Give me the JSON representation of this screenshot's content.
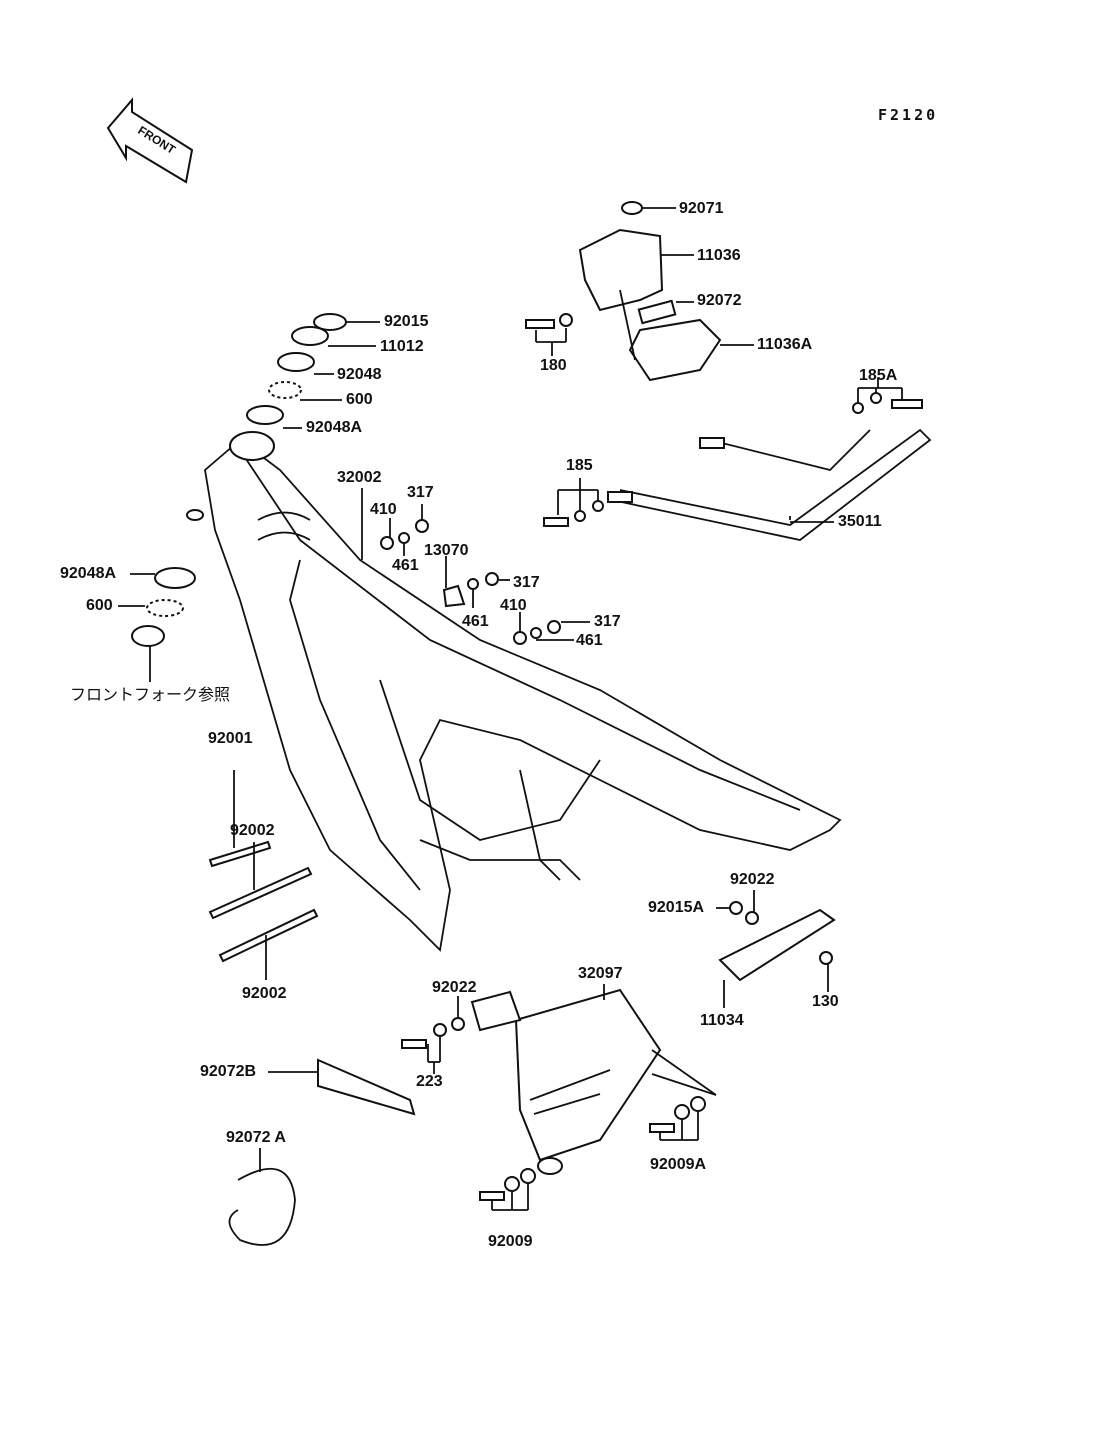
{
  "diagram_code": "F2120",
  "front_label": "FRONT",
  "jp_note": "フロントフォーク参照",
  "parts": {
    "p92071": "92071",
    "p11036": "11036",
    "p92072": "92072",
    "p11036A": "11036A",
    "p180": "180",
    "p92015": "92015",
    "p11012": "11012",
    "p92048": "92048",
    "p600a": "600",
    "p92048A_a": "92048A",
    "p185A": "185A",
    "p185": "185",
    "p35011": "35011",
    "p32002": "32002",
    "p410a": "410",
    "p317a": "317",
    "p461a": "461",
    "p13070": "13070",
    "p317b": "317",
    "p461b": "461",
    "p410b": "410",
    "p317c": "317",
    "p461c": "461",
    "p92048A_b": "92048A",
    "p600b": "600",
    "p92001": "92001",
    "p92002a": "92002",
    "p92002b": "92002",
    "p92022a": "92022",
    "p92015A": "92015A",
    "p11034": "11034",
    "p130": "130",
    "p32097": "32097",
    "p92022b": "92022",
    "p223": "223",
    "p92072B": "92072B",
    "p92072A": "92072 A",
    "p92009A": "92009A",
    "p92009": "92009"
  }
}
